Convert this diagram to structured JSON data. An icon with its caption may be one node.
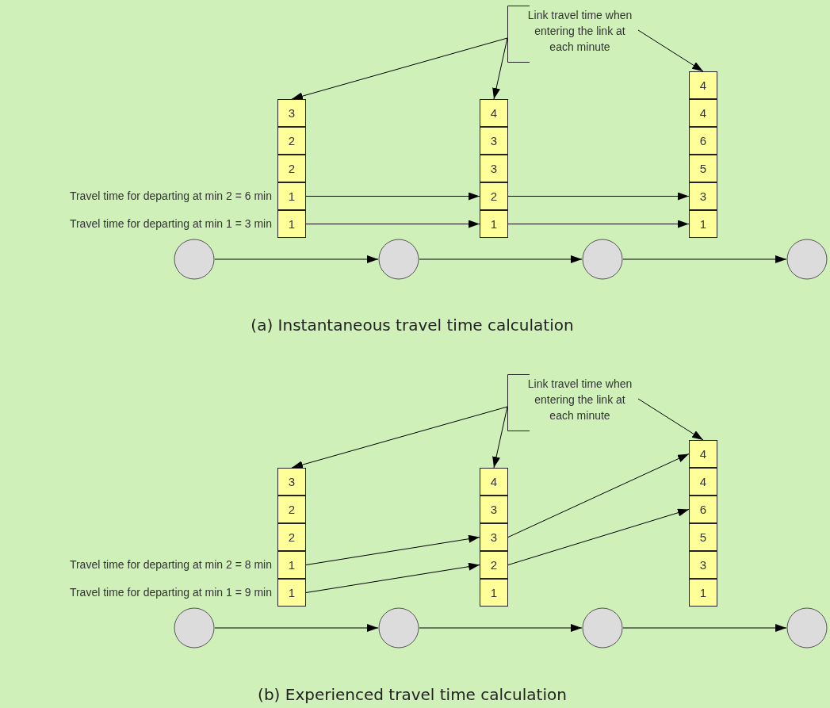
{
  "diagram": {
    "nodes": [
      {
        "text": [
          "Link travel time when entering the link at each minute"
        ]
      },
      {
        "text": [
          "3"
        ]
      },
      {
        "text": [
          "2"
        ]
      },
      {
        "text": [
          "2"
        ]
      },
      {
        "text": [
          "1"
        ],
        "beside": [
          "Travel time for departing at min 2 = 6 min"
        ]
      },
      {
        "text": [
          "1"
        ],
        "beside": [
          "Travel time for departing at min 1 = 3 min"
        ]
      },
      {
        "text": [
          "4"
        ]
      },
      {
        "text": [
          "3"
        ]
      },
      {
        "text": [
          "3"
        ]
      },
      {
        "text": [
          "2"
        ]
      },
      {
        "text": [
          "1"
        ]
      },
      {
        "text": [
          "4"
        ]
      },
      {
        "text": [
          "4"
        ]
      },
      {
        "text": [
          "6"
        ]
      },
      {
        "text": [
          "5"
        ]
      },
      {
        "text": [
          "3"
        ]
      },
      {
        "text": [
          "1"
        ]
      },
      {
        "text": [],
        "shape": "circle"
      },
      {
        "text": [],
        "shape": "circle"
      },
      {
        "text": [],
        "shape": "circle"
      },
      {
        "text": [],
        "shape": "circle"
      },
      {
        "text": [
          "Link travel time when entering the link at each minute"
        ]
      },
      {
        "text": [
          "3"
        ]
      },
      {
        "text": [
          "2"
        ]
      },
      {
        "text": [
          "2"
        ]
      },
      {
        "text": [
          "1"
        ],
        "beside": [
          "Travel time for departing at min 2 = 8 min"
        ]
      },
      {
        "text": [
          "1"
        ],
        "beside": [
          "Travel time for departing at min 1 = 9 min"
        ]
      },
      {
        "text": [
          "4"
        ]
      },
      {
        "text": [
          "3"
        ]
      },
      {
        "text": [
          "3"
        ]
      },
      {
        "text": [
          "2"
        ]
      },
      {
        "text": [
          "1"
        ]
      },
      {
        "text": [
          "4"
        ]
      },
      {
        "text": [
          "4"
        ]
      },
      {
        "text": [
          "6"
        ]
      },
      {
        "text": [
          "5"
        ]
      },
      {
        "text": [
          "3"
        ]
      },
      {
        "text": [
          "1"
        ]
      },
      {
        "text": [],
        "shape": "circle"
      },
      {
        "text": [],
        "shape": "circle"
      },
      {
        "text": [],
        "shape": "circle"
      },
      {
        "text": [],
        "shape": "circle"
      }
    ],
    "edges": [
      {
        "from": 0,
        "to": 1,
        "arrow": "to"
      },
      {
        "from": 0,
        "to": 6,
        "arrow": "to"
      },
      {
        "from": 0,
        "to": 11,
        "arrow": "to"
      },
      {
        "from": 4,
        "to": 9,
        "arrow": "to"
      },
      {
        "from": 9,
        "to": 15,
        "arrow": "to"
      },
      {
        "from": 5,
        "to": 10,
        "arrow": "to"
      },
      {
        "from": 10,
        "to": 16,
        "arrow": "to"
      },
      {
        "from": 17,
        "to": 18,
        "arrow": "to"
      },
      {
        "from": 18,
        "to": 19,
        "arrow": "to"
      },
      {
        "from": 19,
        "to": 20,
        "arrow": "to"
      },
      {
        "from": 21,
        "to": 22,
        "arrow": "to"
      },
      {
        "from": 21,
        "to": 27,
        "arrow": "to"
      },
      {
        "from": 21,
        "to": 32,
        "arrow": "to"
      },
      {
        "from": 25,
        "to": 29,
        "arrow": "to"
      },
      {
        "from": 29,
        "to": 32,
        "arrow": "to"
      },
      {
        "from": 26,
        "to": 30,
        "arrow": "to"
      },
      {
        "from": 30,
        "to": 34,
        "arrow": "to"
      },
      {
        "from": 38,
        "to": 39,
        "arrow": "to"
      },
      {
        "from": 39,
        "to": 40,
        "arrow": "to"
      },
      {
        "from": 40,
        "to": 41,
        "arrow": "to"
      }
    ],
    "labels": [
      "(a) Instantaneous travel time calculation",
      "(b) Experienced travel time calculation"
    ]
  }
}
